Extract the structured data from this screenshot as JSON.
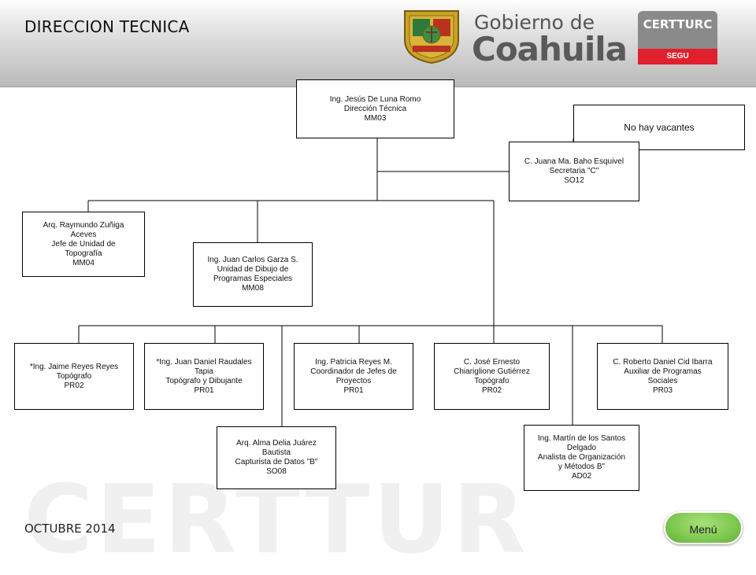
{
  "header": {
    "title": "DIRECCION TECNICA",
    "gobierno_small": "Gobierno de",
    "gobierno_big": "Coahuila",
    "badge_top": "CERTTURC",
    "badge_bottom": "SEGU",
    "seal_icon": "coat-of-arms-icon"
  },
  "watermark": "CERTTUR",
  "footer": {
    "date": "OCTUBRE 2014",
    "menu_label": "Menú"
  },
  "colors": {
    "badge_red": "#e0202c",
    "menu_green": "#7ec850",
    "header_gray": "#c8c8c8"
  },
  "org": {
    "director": [
      "Ing. Jesús  De Luna Romo",
      "Dirección Técnica",
      "MM03"
    ],
    "vacantes": "No hay vacantes",
    "secretaria": [
      "C. Juana Ma. Baho Esquivel",
      "Secretaria \"C\"",
      "SO12"
    ],
    "topografia": [
      "Arq. Raymundo Zuñiga",
      "Aceves",
      "Jefe de Unidad de",
      "Topografía",
      "MM04"
    ],
    "dibujo": [
      "Ing. Juan Carlos Garza S.",
      "Unidad de Dibujo de",
      "Programas Especiales",
      "MM08"
    ],
    "staff1": [
      "*Ing. Jaime Reyes Reyes",
      "Topógrafo",
      "PR02"
    ],
    "staff2": [
      "*Ing. Juan Daniel Raudales",
      "Tapia",
      "Topógrafo y Dibujante",
      "PR01"
    ],
    "staff3": [
      "Ing. Patricia Reyes M.",
      "Coordinador de Jefes de",
      "Proyectos",
      "PR01"
    ],
    "staff4": [
      "C. José Ernesto",
      "Chiariglione Gutiérrez",
      "Topógrafo",
      "PR02"
    ],
    "staff5": [
      "C. Roberto Daniel Cid Ibarra",
      "Auxiliar de Programas",
      "Sociales",
      "PR03"
    ],
    "capturista": [
      "Arq. Alma Delia Juárez",
      "Bautista",
      "Capturista de Datos \"B\"",
      "SO08"
    ],
    "analista": [
      "Ing. Martín de los Santos",
      "Delgado",
      "Analista de Organización",
      "y Métodos B\"",
      "AD02"
    ]
  }
}
